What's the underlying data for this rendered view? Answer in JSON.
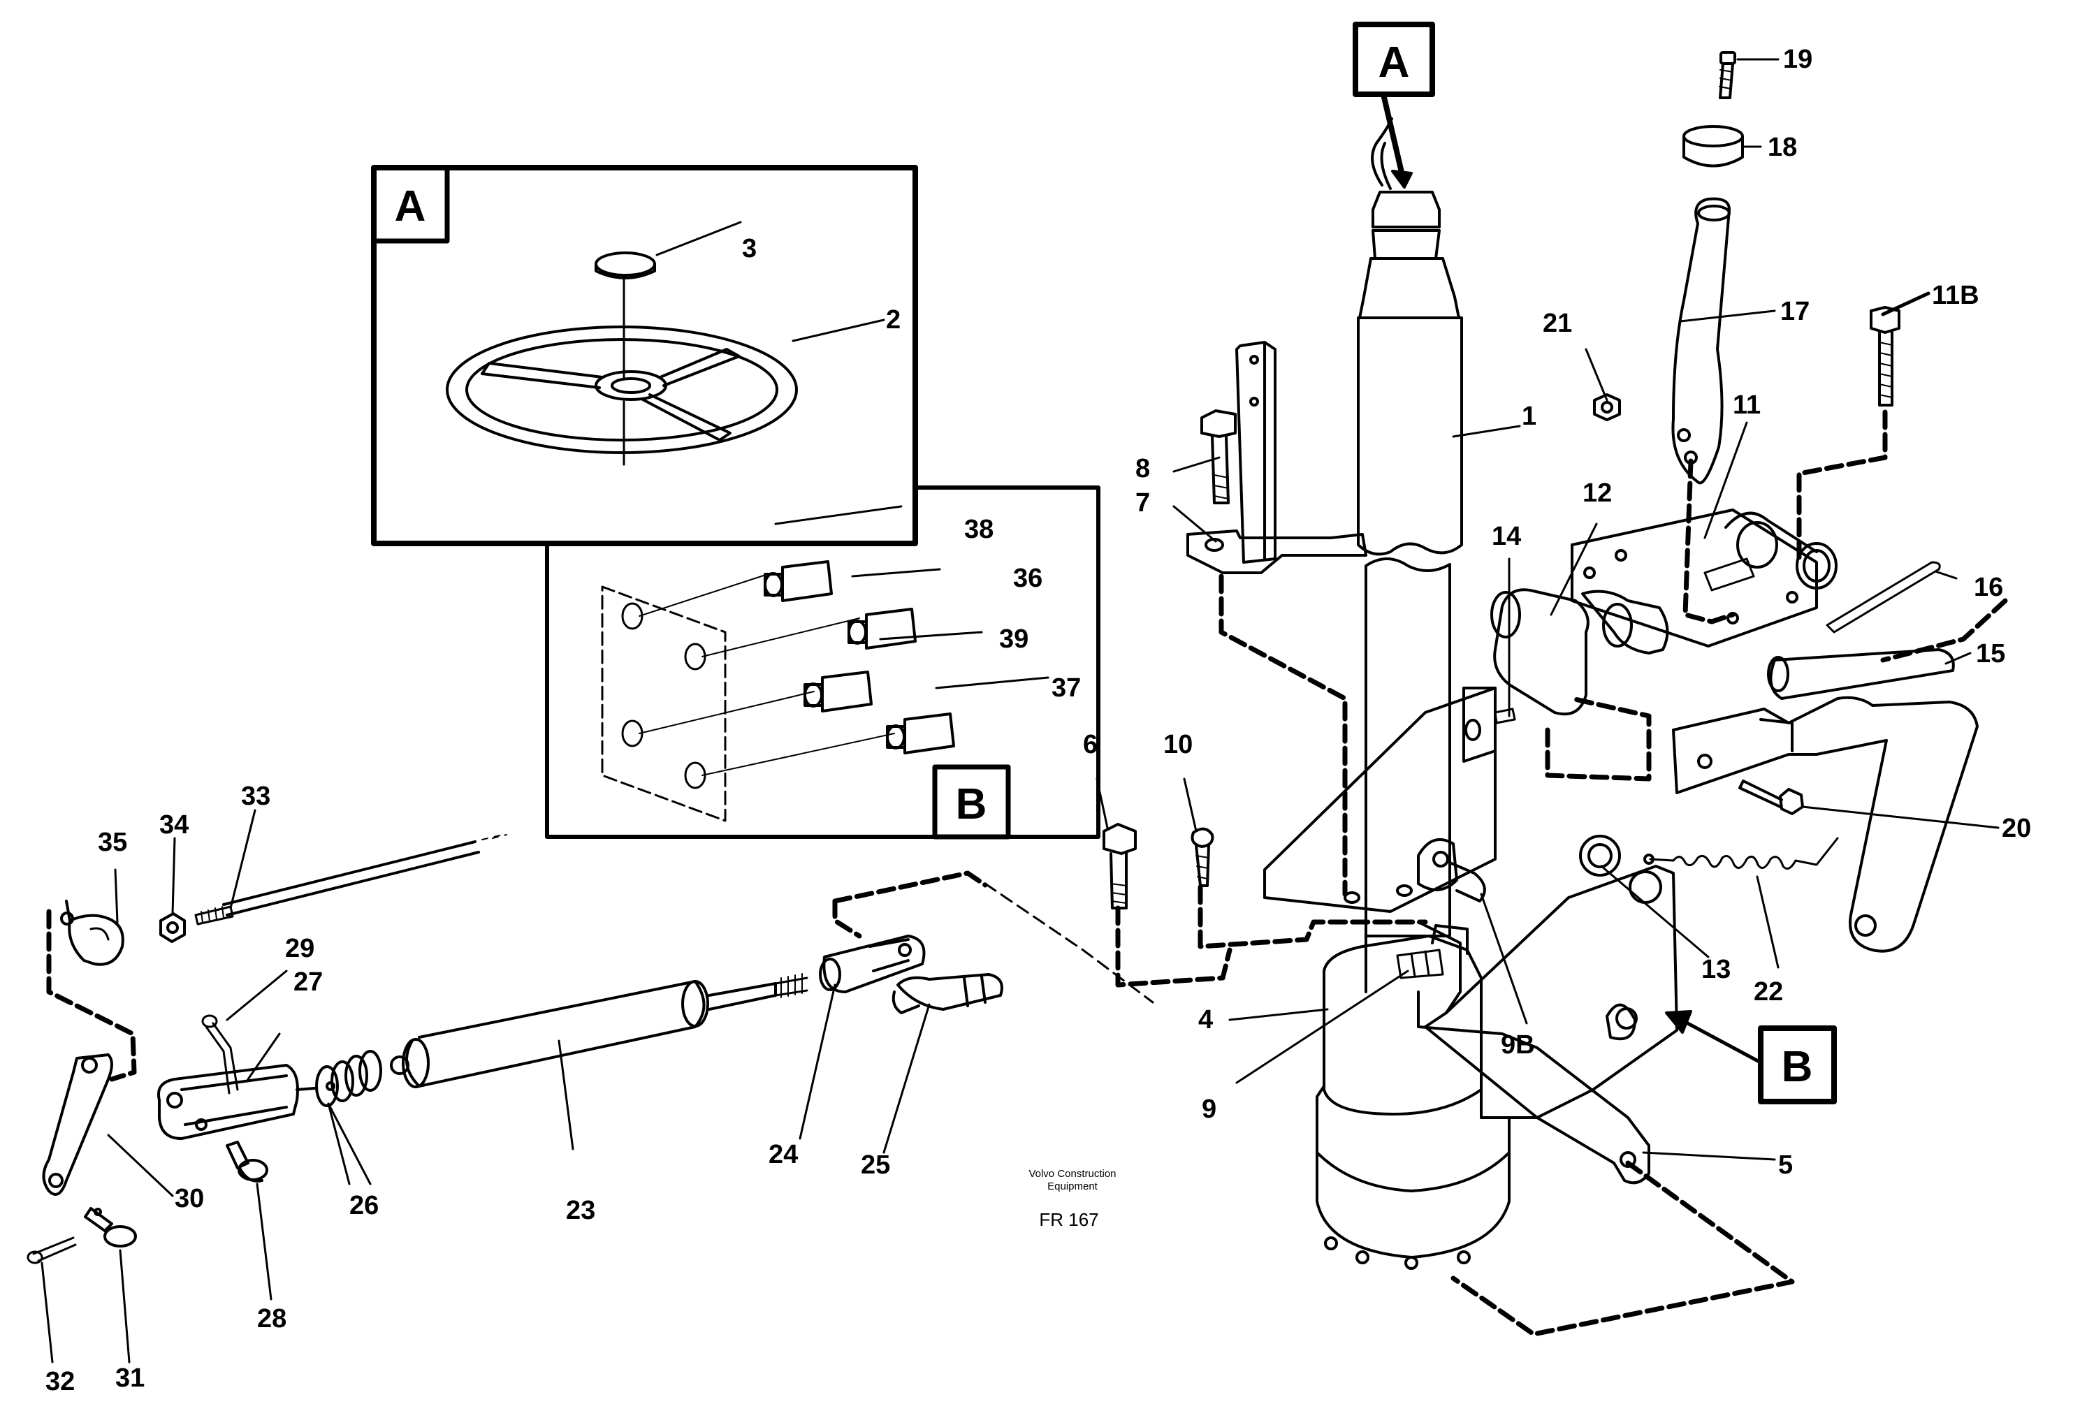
{
  "diagram": {
    "credit_line1": "Volvo Construction",
    "credit_line2": "Equipment",
    "figure_code": "FR 167",
    "detail_labels": {
      "a_main": "A",
      "a_inset": "A",
      "b_main": "B",
      "b_inset": "B"
    },
    "callouts": {
      "c1": "1",
      "c2": "2",
      "c3": "3",
      "c4": "4",
      "c5": "5",
      "c6": "6",
      "c7": "7",
      "c8": "8",
      "c9": "9",
      "c9b": "9B",
      "c10": "10",
      "c11": "11",
      "c11b": "11B",
      "c12": "12",
      "c13": "13",
      "c14": "14",
      "c15": "15",
      "c16": "16",
      "c17": "17",
      "c18": "18",
      "c19": "19",
      "c20": "20",
      "c21": "21",
      "c22": "22",
      "c23": "23",
      "c24": "24",
      "c25": "25",
      "c26": "26",
      "c27": "27",
      "c28": "28",
      "c29": "29",
      "c30": "30",
      "c31": "31",
      "c32": "32",
      "c33": "33",
      "c34": "34",
      "c35": "35",
      "c36": "36",
      "c37": "37",
      "c38": "38",
      "c39": "39"
    }
  }
}
